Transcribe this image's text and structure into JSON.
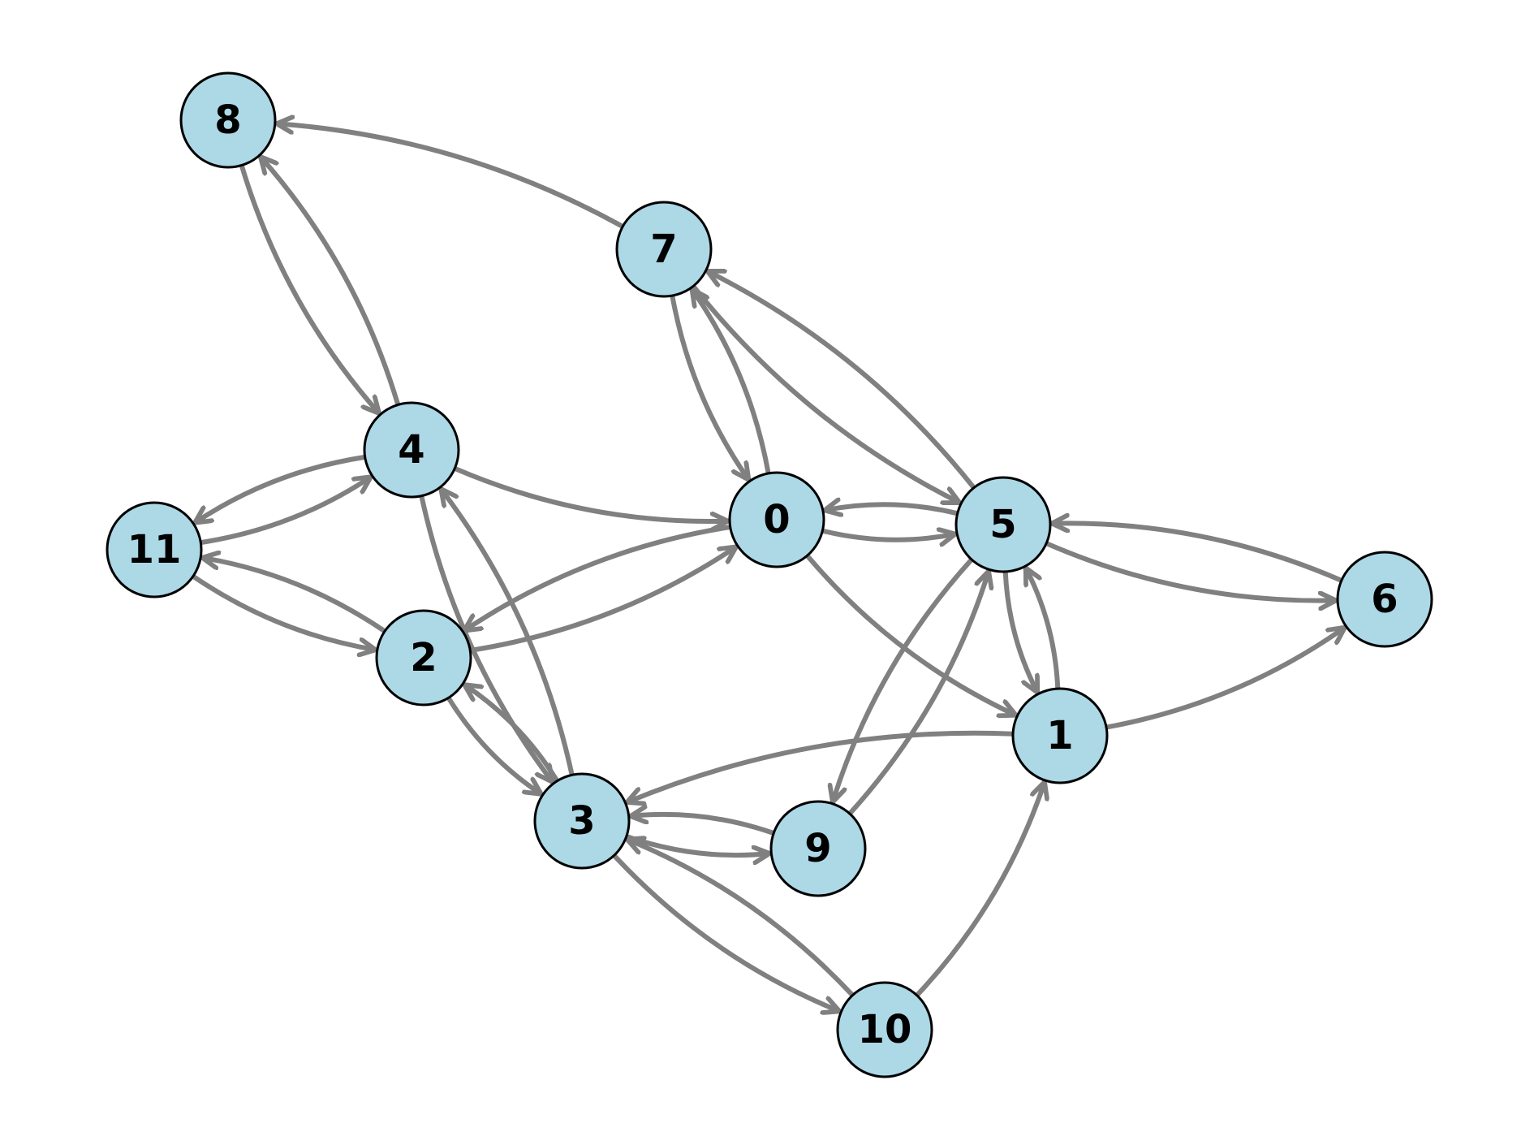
{
  "graph": {
    "directed": true,
    "style": {
      "node_fill": "#add8e6",
      "node_stroke": "#000000",
      "edge_color": "#808080"
    },
    "nodes": [
      {
        "id": "0",
        "label": "0"
      },
      {
        "id": "1",
        "label": "1"
      },
      {
        "id": "2",
        "label": "2"
      },
      {
        "id": "3",
        "label": "3"
      },
      {
        "id": "4",
        "label": "4"
      },
      {
        "id": "5",
        "label": "5"
      },
      {
        "id": "6",
        "label": "6"
      },
      {
        "id": "7",
        "label": "7"
      },
      {
        "id": "8",
        "label": "8"
      },
      {
        "id": "9",
        "label": "9"
      },
      {
        "id": "10",
        "label": "10"
      },
      {
        "id": "11",
        "label": "11"
      }
    ],
    "edges": [
      {
        "from": "7",
        "to": "8"
      },
      {
        "from": "4",
        "to": "8"
      },
      {
        "from": "8",
        "to": "4"
      },
      {
        "from": "7",
        "to": "0"
      },
      {
        "from": "0",
        "to": "7"
      },
      {
        "from": "5",
        "to": "7"
      },
      {
        "from": "7",
        "to": "5"
      },
      {
        "from": "4",
        "to": "11"
      },
      {
        "from": "11",
        "to": "4"
      },
      {
        "from": "4",
        "to": "0"
      },
      {
        "from": "4",
        "to": "3"
      },
      {
        "from": "3",
        "to": "4"
      },
      {
        "from": "11",
        "to": "2"
      },
      {
        "from": "2",
        "to": "11"
      },
      {
        "from": "2",
        "to": "0"
      },
      {
        "from": "0",
        "to": "2"
      },
      {
        "from": "2",
        "to": "3"
      },
      {
        "from": "3",
        "to": "2"
      },
      {
        "from": "0",
        "to": "5"
      },
      {
        "from": "5",
        "to": "0"
      },
      {
        "from": "0",
        "to": "1"
      },
      {
        "from": "5",
        "to": "1"
      },
      {
        "from": "1",
        "to": "5"
      },
      {
        "from": "6",
        "to": "5"
      },
      {
        "from": "5",
        "to": "6"
      },
      {
        "from": "1",
        "to": "6"
      },
      {
        "from": "5",
        "to": "9"
      },
      {
        "from": "9",
        "to": "5"
      },
      {
        "from": "1",
        "to": "3"
      },
      {
        "from": "9",
        "to": "3"
      },
      {
        "from": "3",
        "to": "9"
      },
      {
        "from": "3",
        "to": "10"
      },
      {
        "from": "10",
        "to": "3"
      },
      {
        "from": "10",
        "to": "1"
      }
    ]
  }
}
